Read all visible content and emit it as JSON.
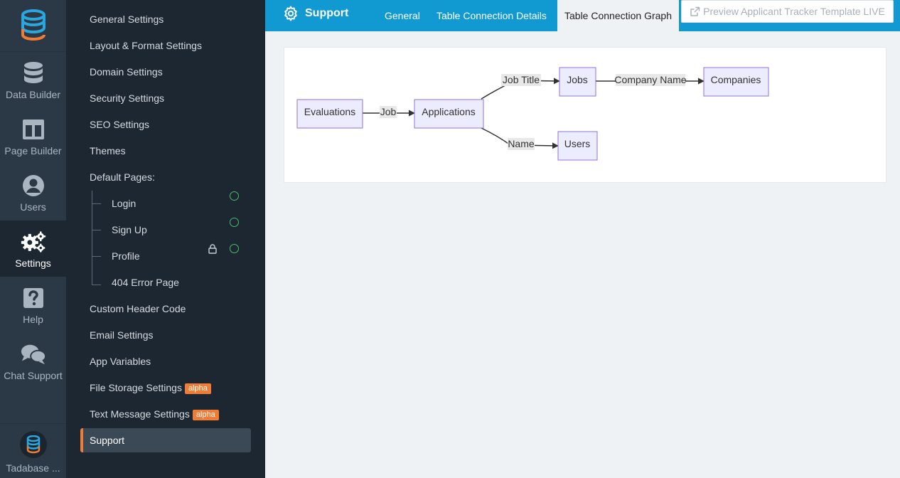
{
  "rail": {
    "items": [
      {
        "label": "Data Builder",
        "icon": "database-icon"
      },
      {
        "label": "Page Builder",
        "icon": "layout-icon"
      },
      {
        "label": "Users",
        "icon": "user-icon"
      },
      {
        "label": "Settings",
        "icon": "gears-icon"
      },
      {
        "label": "Help",
        "icon": "question-icon"
      },
      {
        "label": "Chat Support",
        "icon": "chat-icon"
      }
    ],
    "account_label": "Tadabase ..."
  },
  "menu": {
    "items": [
      "General Settings",
      "Layout & Format Settings",
      "Domain Settings",
      "Security Settings",
      "SEO Settings",
      "Themes",
      "Default Pages:"
    ],
    "default_pages": [
      "Login",
      "Sign Up",
      "Profile",
      "404 Error Page"
    ],
    "items_after": [
      "Custom Header Code",
      "Email Settings",
      "App Variables"
    ],
    "file_storage": "File Storage Settings",
    "text_message": "Text Message Settings",
    "badge": "alpha",
    "active": "Support"
  },
  "header": {
    "title": "Support",
    "tabs": [
      "General",
      "Table Connection Details",
      "Table Connection Graph"
    ],
    "active_tab": "Table Connection Graph",
    "preview_label": "Preview Applicant Tracker Template LIVE"
  },
  "graph": {
    "nodes": {
      "evaluations": "Evaluations",
      "applications": "Applications",
      "jobs": "Jobs",
      "companies": "Companies",
      "users": "Users"
    },
    "edges": {
      "job": "Job",
      "job_title": "Job Title",
      "company_name": "Company Name",
      "name": "Name"
    }
  },
  "colors": {
    "accent": "#f07c35",
    "header": "#1199d1",
    "node_fill": "#ececff",
    "node_stroke": "#9370db",
    "status_ok": "#4bbd6c"
  }
}
